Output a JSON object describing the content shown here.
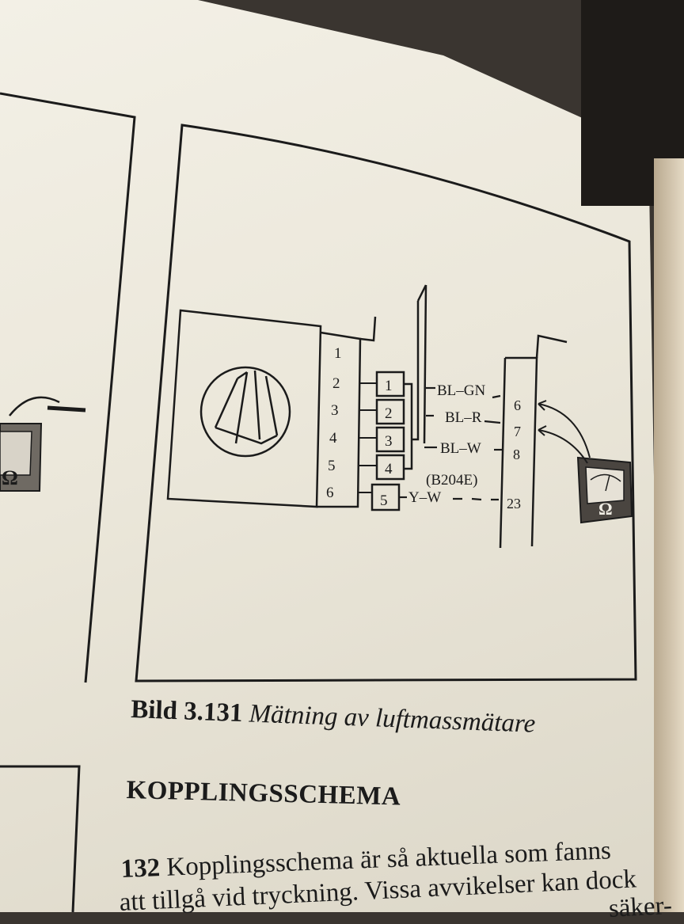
{
  "diagram": {
    "connector_pins": [
      "1",
      "2",
      "3",
      "4",
      "5",
      "6"
    ],
    "plug_pins": [
      "1",
      "2",
      "3",
      "4",
      "5"
    ],
    "wires": [
      "BL–GN",
      "BL–R",
      "BL–W",
      "Y–W"
    ],
    "ecu_pins": [
      "6",
      "7",
      "8",
      "23"
    ],
    "variant_note": "(B204E)",
    "meter_symbol": "Ω"
  },
  "caption": {
    "label": "Bild 3.131",
    "text": "Mätning av luftmassmätare"
  },
  "section": {
    "heading": "KOPPLINGSSCHEMA",
    "para_number": "132",
    "line1": "Kopplingsschema är så aktuella som fanns",
    "line2": "att tillgå vid tryckning. Vissa avvikelser kan dock",
    "line3": "säker-"
  },
  "colors": {
    "ink": "#1b1b1b",
    "paper": "#efece2"
  }
}
